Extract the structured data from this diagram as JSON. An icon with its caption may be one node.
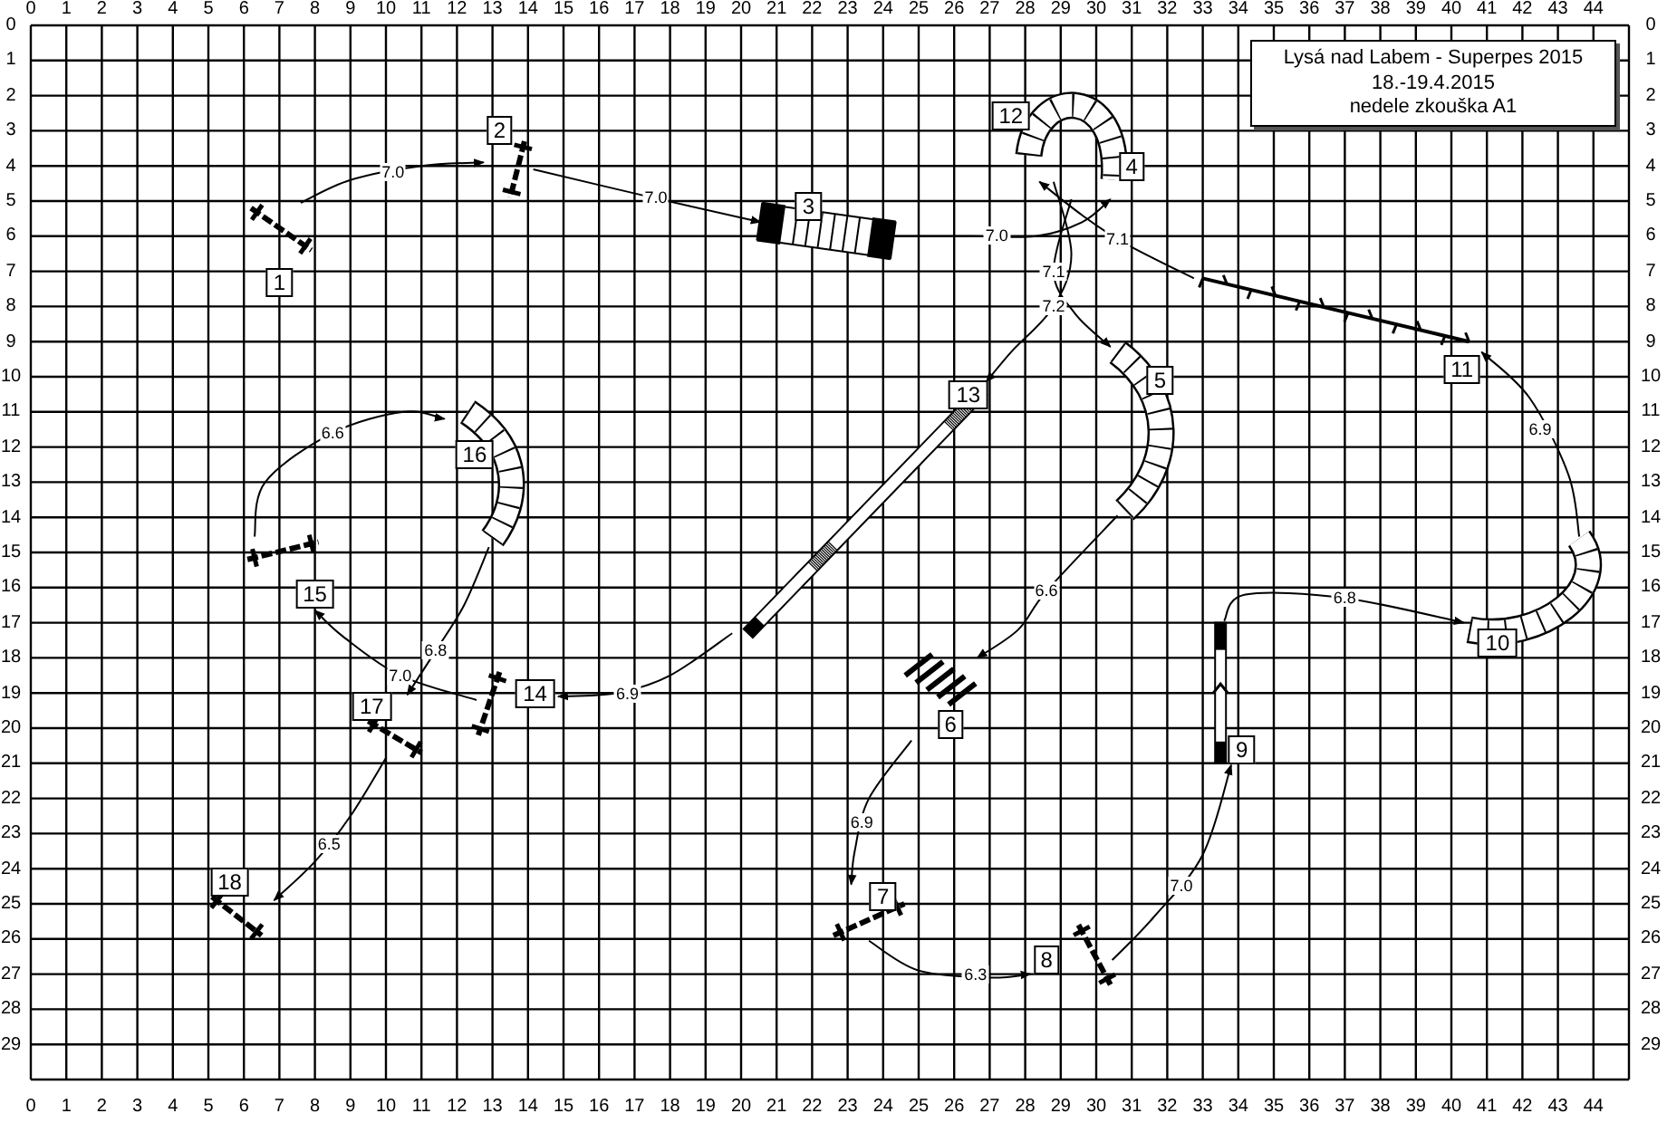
{
  "diagram": {
    "title": "Lysá nad Labem - Superpes 2015",
    "nodes": [
      {
        "text": [
          "1"
        ]
      },
      {
        "text": [
          "2"
        ]
      },
      {
        "text": [
          "3"
        ]
      },
      {
        "text": [
          "4"
        ]
      },
      {
        "text": [
          "5"
        ]
      },
      {
        "text": [
          "6"
        ]
      },
      {
        "text": [
          "7"
        ]
      },
      {
        "text": [
          "8"
        ]
      },
      {
        "text": [
          "9"
        ]
      },
      {
        "text": [
          "10"
        ]
      },
      {
        "text": [
          "11"
        ]
      },
      {
        "text": [
          "12"
        ]
      },
      {
        "text": [
          "13"
        ]
      },
      {
        "text": [
          "14"
        ]
      },
      {
        "text": [
          "15"
        ]
      },
      {
        "text": [
          "16"
        ]
      },
      {
        "text": [
          "17"
        ]
      },
      {
        "text": [
          "18"
        ]
      }
    ],
    "edges": [
      {
        "from": 0,
        "to": 1,
        "arrow": "to",
        "label": "7.0"
      },
      {
        "from": 1,
        "to": 2,
        "arrow": "to",
        "label": "7.0"
      },
      {
        "from": 2,
        "to": 3,
        "arrow": "to",
        "label": "7.0"
      },
      {
        "from": 3,
        "to": 4,
        "arrow": "to",
        "label": "7.1"
      },
      {
        "from": 4,
        "to": 5,
        "arrow": "to",
        "label": "6.6"
      },
      {
        "from": 5,
        "to": 6,
        "arrow": "to",
        "label": "6.9"
      },
      {
        "from": 6,
        "to": 7,
        "arrow": "to",
        "label": "6.3"
      },
      {
        "from": 7,
        "to": 8,
        "arrow": "to",
        "label": "7.0"
      },
      {
        "from": 8,
        "to": 9,
        "arrow": "to",
        "label": "6.8"
      },
      {
        "from": 9,
        "to": 10,
        "arrow": "to",
        "label": "6.9"
      },
      {
        "from": 10,
        "to": 11,
        "arrow": "to",
        "label": "7.1"
      },
      {
        "from": 11,
        "to": 12,
        "arrow": "to",
        "label": "7.2"
      },
      {
        "from": 12,
        "to": 13,
        "arrow": "to",
        "label": "6.9"
      },
      {
        "from": 13,
        "to": 14,
        "arrow": "to",
        "label": "7.0"
      },
      {
        "from": 14,
        "to": 15,
        "arrow": "to",
        "label": "6.6"
      },
      {
        "from": 15,
        "to": 16,
        "arrow": "to",
        "label": "6.8"
      },
      {
        "from": 16,
        "to": 17,
        "arrow": "to",
        "label": "6.5"
      }
    ],
    "labels": [
      "18.-19.4.2015",
      "nedele zkouška A1",
      "0",
      "1",
      "2",
      "3",
      "4",
      "5",
      "6",
      "7",
      "8",
      "9",
      "10",
      "11",
      "12",
      "13",
      "14",
      "15",
      "16",
      "17",
      "18",
      "19",
      "20",
      "21",
      "22",
      "23",
      "24",
      "25",
      "26",
      "27",
      "28",
      "29",
      "30",
      "31",
      "32",
      "33",
      "34",
      "35",
      "36",
      "37",
      "38",
      "39",
      "40",
      "41",
      "42",
      "43",
      "44",
      "0",
      "0",
      "1",
      "1",
      "2",
      "2",
      "3",
      "3",
      "4",
      "4",
      "5",
      "5",
      "6",
      "6",
      "7",
      "7",
      "8",
      "8",
      "9",
      "9",
      "10",
      "10",
      "11",
      "11",
      "12",
      "12",
      "13",
      "13",
      "14",
      "14",
      "15",
      "15",
      "16",
      "16",
      "17",
      "17",
      "18",
      "18",
      "19",
      "19",
      "20",
      "20",
      "21",
      "21",
      "22",
      "22",
      "23",
      "23",
      "24",
      "24",
      "25",
      "25",
      "26",
      "26",
      "27",
      "27",
      "28",
      "28",
      "29",
      "29",
      "0",
      "1",
      "2",
      "3",
      "4",
      "5",
      "6",
      "7",
      "8",
      "9",
      "10",
      "11",
      "12",
      "13",
      "14",
      "15",
      "16",
      "17",
      "18",
      "19",
      "20",
      "21",
      "22",
      "23",
      "24",
      "25",
      "26",
      "27",
      "28",
      "29",
      "30",
      "31",
      "32",
      "33",
      "34",
      "35",
      "36",
      "37",
      "38",
      "39",
      "40",
      "41",
      "42",
      "43",
      "44"
    ]
  }
}
